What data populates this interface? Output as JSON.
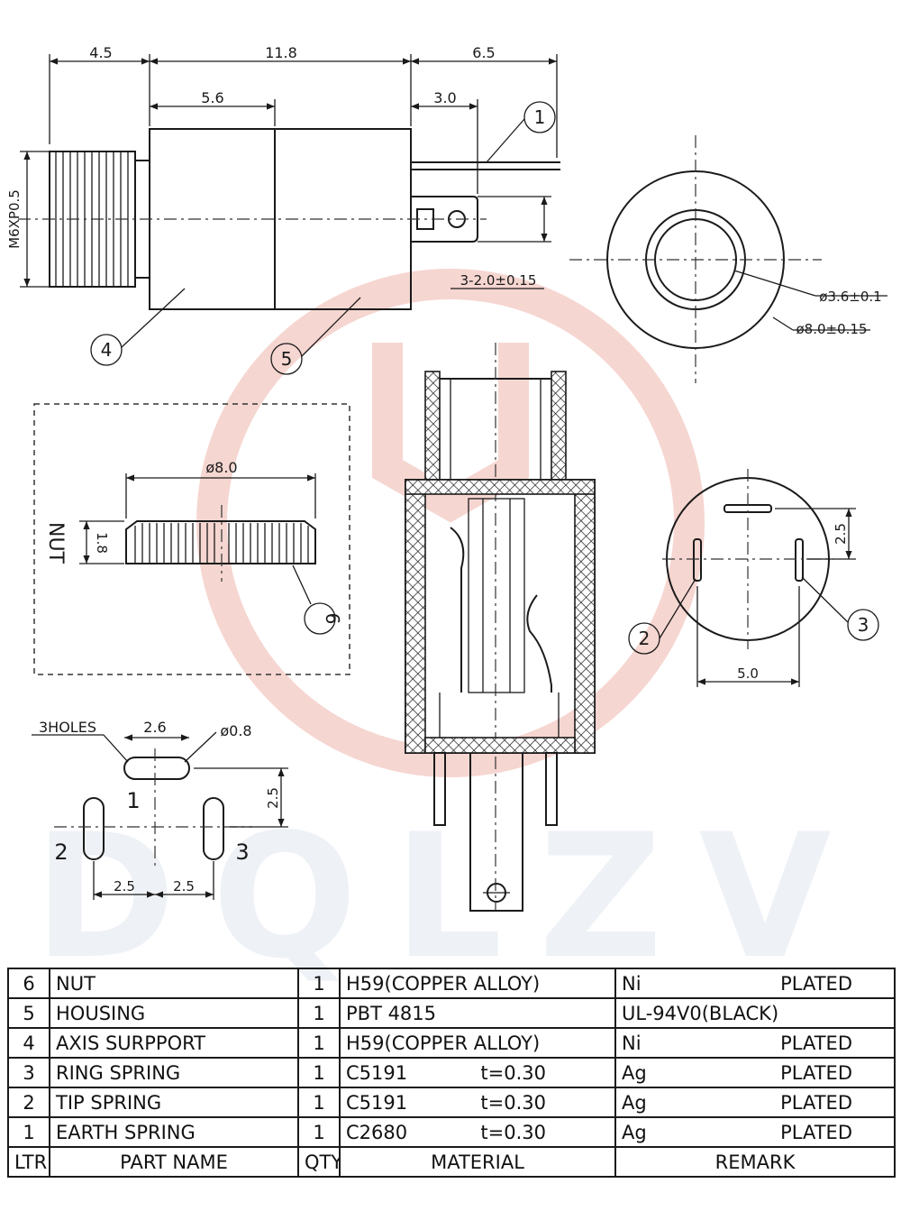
{
  "colors": {
    "ink": "#1a1a1a",
    "watermark_red": "#f2c9c4",
    "watermark_gray": "#e9edf3"
  },
  "watermark": {
    "text": "DQLZV"
  },
  "side_view": {
    "dims": {
      "left": "4.5",
      "mid": "11.8",
      "right": "6.5",
      "inner_left": "5.6",
      "inner_right": "3.0",
      "thread": "M6XP0.5",
      "pin_spacing": "3-2.0±0.15"
    }
  },
  "front_view": {
    "dims": {
      "inner": "ø3.6±0.1",
      "outer": "ø8.0±0.15"
    }
  },
  "nut_view": {
    "label": "NUT",
    "dims": {
      "diameter": "ø8.0",
      "thickness": "1.8"
    }
  },
  "pin_view": {
    "dims": {
      "vertical": "2.5",
      "horizontal": "5.0"
    }
  },
  "footprint": {
    "holes_label": "3HOLES",
    "dims": {
      "slot_len": "2.6",
      "slot_dia": "ø0.8",
      "vertical": "2.5",
      "left": "2.5",
      "right": "2.5"
    },
    "pins": [
      "1",
      "2",
      "3"
    ]
  },
  "balloons": [
    "1",
    "2",
    "3",
    "4",
    "5",
    "6"
  ],
  "bom": {
    "rows": [
      {
        "ltr": "6",
        "part": "NUT",
        "qty": "1",
        "material": "H59(COPPER ALLOY)",
        "thick": "",
        "rem_a": "Ni",
        "rem_b": "PLATED"
      },
      {
        "ltr": "5",
        "part": "HOUSING",
        "qty": "1",
        "material": "PBT 4815",
        "thick": "",
        "rem_a": "UL-94V0(BLACK)",
        "rem_b": ""
      },
      {
        "ltr": "4",
        "part": "AXIS SURPPORT",
        "qty": "1",
        "material": "H59(COPPER ALLOY)",
        "thick": "",
        "rem_a": "Ni",
        "rem_b": "PLATED"
      },
      {
        "ltr": "3",
        "part": "RING SPRING",
        "qty": "1",
        "material": "C5191",
        "thick": "t=0.30",
        "rem_a": "Ag",
        "rem_b": "PLATED"
      },
      {
        "ltr": "2",
        "part": "TIP SPRING",
        "qty": "1",
        "material": "C5191",
        "thick": "t=0.30",
        "rem_a": "Ag",
        "rem_b": "PLATED"
      },
      {
        "ltr": "1",
        "part": "EARTH SPRING",
        "qty": "1",
        "material": "C2680",
        "thick": "t=0.30",
        "rem_a": "Ag",
        "rem_b": "PLATED"
      }
    ],
    "header": {
      "ltr": "LTR",
      "part": "PART NAME",
      "qty": "QTY",
      "material": "MATERIAL",
      "remark": "REMARK"
    }
  }
}
